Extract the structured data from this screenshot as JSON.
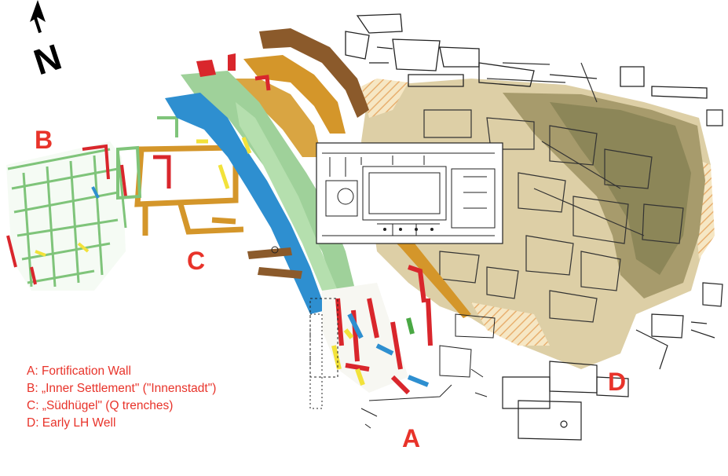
{
  "north_arrow": {
    "letter": "N",
    "icon": "north-arrow-icon"
  },
  "area_labels": {
    "a": "A",
    "b": "B",
    "c": "C",
    "d": "D"
  },
  "legend": {
    "items": [
      "A: Fortification Wall",
      "B: „Inner Settlement\" (\"Innenstadt\")",
      "C: „Südhügel\" (Q trenches)",
      "D: Early LH Well"
    ]
  },
  "colors": {
    "label_red": "#e8332a",
    "brown": "#8b5a2b",
    "ochre": "#d4962a",
    "blue": "#2e8fd0",
    "green": "#9fd19a",
    "red": "#d9262c",
    "yellow": "#f2e23a",
    "tan_light": "#d9caa0",
    "olive": "#9d9163",
    "olive_dark": "#858052",
    "outline": "#222222"
  }
}
